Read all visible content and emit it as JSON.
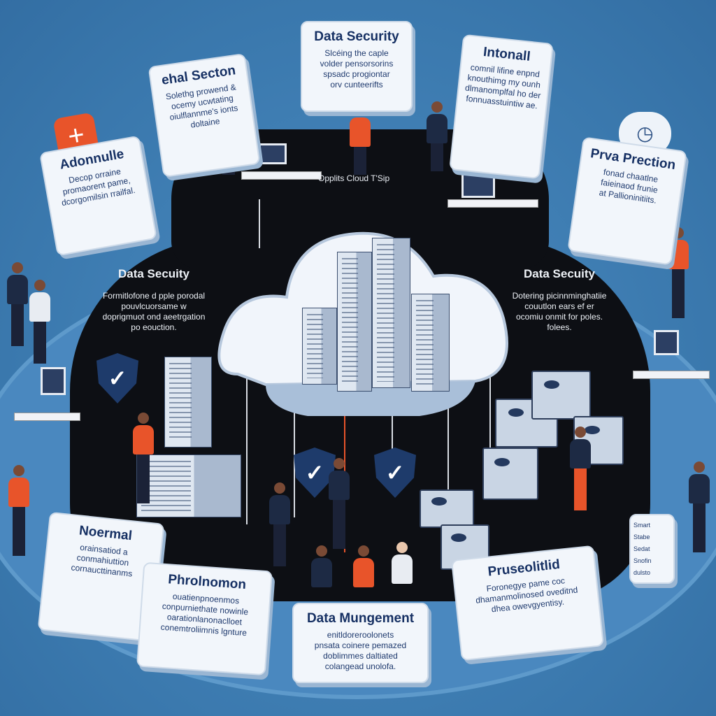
{
  "center_label": "Opplits Cloud T'Sip",
  "cards": {
    "top_security": {
      "title": "Data Security",
      "lines": [
        "Slcéing the caple",
        "volder pensorsorins",
        "spsadc progiontar",
        "orv cunteerifts"
      ]
    },
    "ehal": {
      "title": "ehal Secton",
      "lines": [
        "Solethg prowend &",
        "ocemy ucwtating",
        "oiulflannme's ionts",
        "doltaine"
      ]
    },
    "adonnulle": {
      "title": "Adonnulle",
      "lines": [
        "Decop orraine",
        "promaorent pame,",
        "dcorgomilsin rrailfal."
      ]
    },
    "intonall": {
      "title": "Intonall",
      "lines": [
        "comnil lifine enpnd",
        "knouthimg my ounh",
        "dlmanomplfal ho der",
        "fonnuasstuintiw ae."
      ]
    },
    "prva": {
      "title": "Prva Prection",
      "lines": [
        "fonad chaatlne",
        "faieinaod frunie",
        "at Pallioninitiits."
      ]
    },
    "noermal": {
      "title": "Noermal",
      "lines": [
        "orainsatiod a",
        "conmahiuttion",
        "cornaucttinanms"
      ]
    },
    "phrolnomon": {
      "title": "Phrolnomon",
      "lines": [
        "ouatienpnoenmos",
        "conpurniethate nowinle",
        "oarationlanonaclloet",
        "conemtroliimnis lgnture"
      ]
    },
    "management": {
      "title": "Data Mungement",
      "lines": [
        "enitldoreroolonets",
        "pnsata coinere pemazed",
        "doblimmes daltiated",
        "colangead unolofa."
      ]
    },
    "pruseolitlid": {
      "title": "Pruseolitlid",
      "lines": [
        "Foronegye pame coc",
        "dhamanmolinosed oveditnd",
        "dhea owevgyentisy."
      ]
    },
    "checklist": {
      "lines": [
        "Smart",
        "Stabe",
        "Sedat",
        "Snofin",
        "dulsto"
      ]
    }
  },
  "panels": {
    "left": {
      "title": "Data Secuity",
      "lines": [
        "Formitlofone d pple porodal",
        "pouvlcuorsame w",
        "doprigmuot ond aeetrgation",
        "po eouction."
      ]
    },
    "right": {
      "title": "Data Secuity",
      "lines": [
        "Dotering picinnminghatiie",
        "couutlon ears ef er",
        "ocomiu onmit for poles.",
        "folees."
      ]
    }
  },
  "colors": {
    "background": "#3e7db3",
    "platform": "#0d0f14",
    "accent": "#e8542a",
    "navy": "#1e3b6b"
  }
}
